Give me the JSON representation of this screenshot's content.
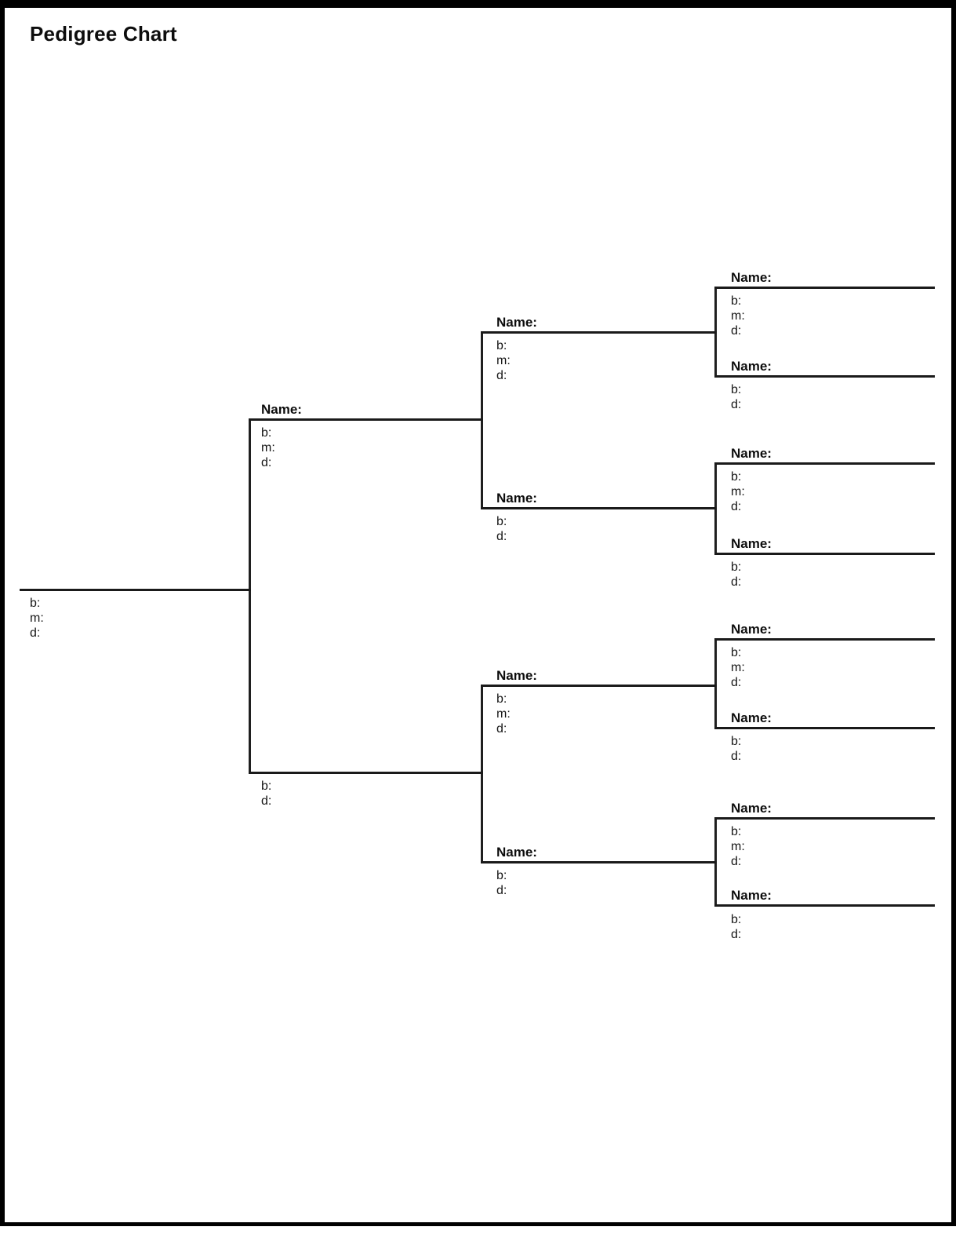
{
  "title": "Pedigree Chart",
  "name_label": "Name:",
  "field_labels": {
    "birth": "b:",
    "marriage": "m:",
    "death": "d:"
  },
  "entries": [
    {
      "id": "self",
      "generation": 1,
      "name_label": null,
      "fields": [
        "b:",
        "m:",
        "d:"
      ]
    },
    {
      "id": "father",
      "generation": 2,
      "name_label": "Name:",
      "fields": [
        "b:",
        "m:",
        "d:"
      ]
    },
    {
      "id": "mother",
      "generation": 2,
      "name_label": null,
      "fields": [
        "b:",
        "d:"
      ]
    },
    {
      "id": "paternal-grandfather",
      "generation": 3,
      "name_label": "Name:",
      "fields": [
        "b:",
        "m:",
        "d:"
      ]
    },
    {
      "id": "paternal-grandmother",
      "generation": 3,
      "name_label": "Name:",
      "fields": [
        "b:",
        "d:"
      ]
    },
    {
      "id": "maternal-grandfather",
      "generation": 3,
      "name_label": "Name:",
      "fields": [
        "b:",
        "m:",
        "d:"
      ]
    },
    {
      "id": "maternal-grandmother",
      "generation": 3,
      "name_label": "Name:",
      "fields": [
        "b:",
        "d:"
      ]
    },
    {
      "id": "great-grandfather-1",
      "generation": 4,
      "name_label": "Name:",
      "fields": [
        "b:",
        "m:",
        "d:"
      ]
    },
    {
      "id": "great-grandmother-1",
      "generation": 4,
      "name_label": "Name:",
      "fields": [
        "b:",
        "d:"
      ]
    },
    {
      "id": "great-grandfather-2",
      "generation": 4,
      "name_label": "Name:",
      "fields": [
        "b:",
        "m:",
        "d:"
      ]
    },
    {
      "id": "great-grandmother-2",
      "generation": 4,
      "name_label": "Name:",
      "fields": [
        "b:",
        "d:"
      ]
    },
    {
      "id": "great-grandfather-3",
      "generation": 4,
      "name_label": "Name:",
      "fields": [
        "b:",
        "m:",
        "d:"
      ]
    },
    {
      "id": "great-grandmother-3",
      "generation": 4,
      "name_label": "Name:",
      "fields": [
        "b:",
        "d:"
      ]
    },
    {
      "id": "great-grandfather-4",
      "generation": 4,
      "name_label": "Name:",
      "fields": [
        "b:",
        "m:",
        "d:"
      ]
    },
    {
      "id": "great-grandmother-4",
      "generation": 4,
      "name_label": "Name:",
      "fields": [
        "b:",
        "d:"
      ]
    }
  ]
}
